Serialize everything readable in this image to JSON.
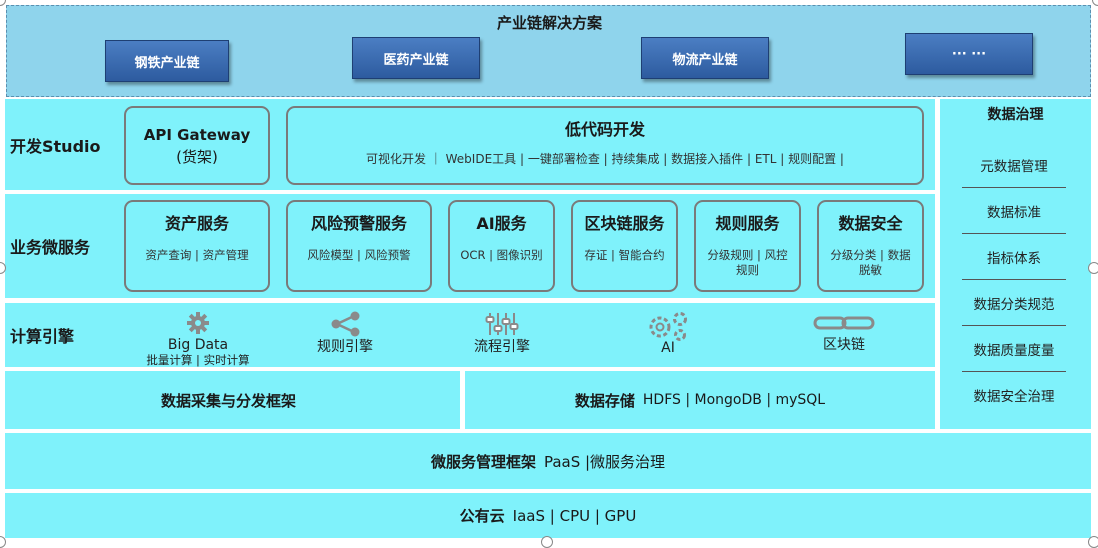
{
  "banner": {
    "title": "产业链解决方案",
    "chains": [
      "钢铁产业链",
      "医药产业链",
      "物流产业链",
      "··· ···"
    ]
  },
  "studio": {
    "label": "开发Studio",
    "api_gateway": {
      "title": "API Gateway",
      "subtitle": "(货架)"
    },
    "lowcode": {
      "title": "低代码开发",
      "desc": "可视化开发 ｜ WebIDE工具 | 一键部署检查 | 持续集成 | 数据接入插件 | ETL | 规则配置 |"
    }
  },
  "microservices": {
    "label": "业务微服务",
    "items": [
      {
        "title": "资产服务",
        "desc": "资产查询 | 资产管理"
      },
      {
        "title": "风险预警服务",
        "desc": "风险模型 | 风险预警"
      },
      {
        "title": "AI服务",
        "desc": "OCR | 图像识别"
      },
      {
        "title": "区块链服务",
        "desc": "存证 | 智能合约"
      },
      {
        "title": "规则服务",
        "desc": "分级规则 | 风控规则"
      },
      {
        "title": "数据安全",
        "desc": "分级分类 | 数据脱敏"
      }
    ]
  },
  "engine": {
    "label": "计算引擎",
    "items": [
      {
        "name": "Big Data",
        "sub": "批量计算 | 实时计算",
        "icon": "gear-icon"
      },
      {
        "name": "规则引擎",
        "icon": "share-icon"
      },
      {
        "name": "流程引擎",
        "icon": "sliders-icon"
      },
      {
        "name": "AI",
        "icon": "gears-icon"
      },
      {
        "name": "区块链",
        "icon": "chain-link-icon"
      }
    ]
  },
  "collection": {
    "title": "数据采集与分发框架"
  },
  "storage": {
    "title": "数据存储",
    "desc": "HDFS | MongoDB | mySQL"
  },
  "micro_mgmt": {
    "title": "微服务管理框架",
    "desc": "PaaS |微服务治理"
  },
  "cloud": {
    "title": "公有云",
    "desc": "IaaS | CPU | GPU"
  },
  "governance": {
    "title": "数据治理",
    "items": [
      "元数据管理",
      "数据标准",
      "指标体系",
      "数据分类规范",
      "数据质量度量",
      "数据安全治理"
    ]
  },
  "colors": {
    "cyan": "#7ff2fb",
    "banner": "#8fd4ec",
    "button": "#3a6aaf"
  }
}
